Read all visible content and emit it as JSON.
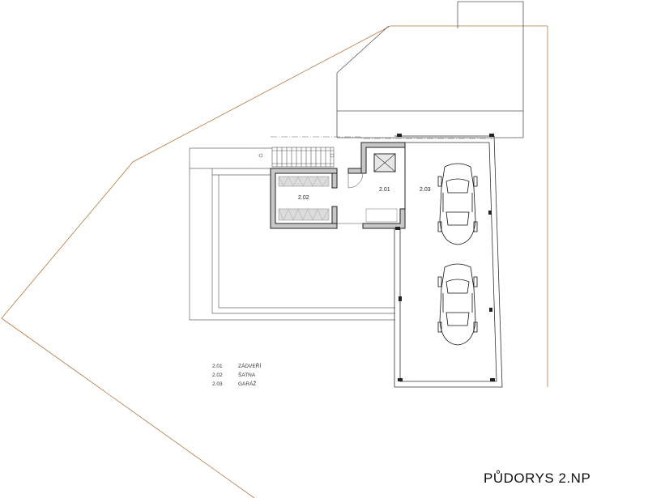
{
  "title": "PŮDORYS  2.NP",
  "rooms": [
    {
      "code": "2.01",
      "name": "ZÁDVEŘÍ"
    },
    {
      "code": "2.02",
      "name": "ŠATNA"
    },
    {
      "code": "2.03",
      "name": "GARÁŽ"
    }
  ],
  "colors": {
    "boundary": "#b5773f",
    "wall_fill": "#c8c8c8",
    "line": "#222222",
    "light_line": "#777777"
  },
  "vehicles": [
    {
      "name": "car",
      "icon": "car-icon"
    },
    {
      "name": "car",
      "icon": "car-icon"
    }
  ]
}
